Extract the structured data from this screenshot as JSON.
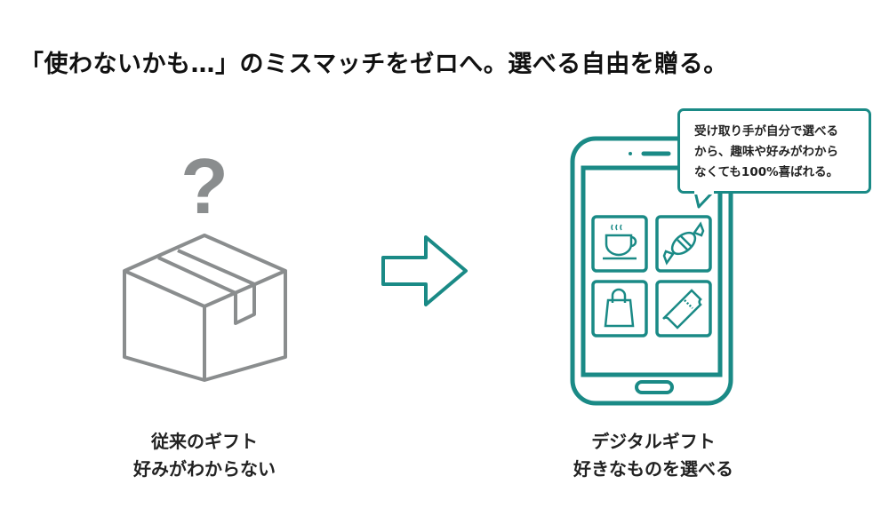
{
  "title": "「使わないかも…」のミスマッチをゼロへ。選べる自由を贈る。",
  "left": {
    "caption_line1": "従来のギフト",
    "caption_line2": "好みがわからない"
  },
  "right": {
    "caption_line1": "デジタルギフト",
    "caption_line2": "好きなものを選べる",
    "bubble_lines": [
      "受け取り手が自分で選べる",
      "から、趣味や好みがわから",
      "なくても100%喜ばれる。"
    ],
    "tiles": [
      "coffee-cup-icon",
      "candy-icon",
      "shopping-bag-icon",
      "ticket-icon"
    ]
  },
  "colors": {
    "accent": "#1a8a86",
    "gray": "#8a8d8e"
  }
}
